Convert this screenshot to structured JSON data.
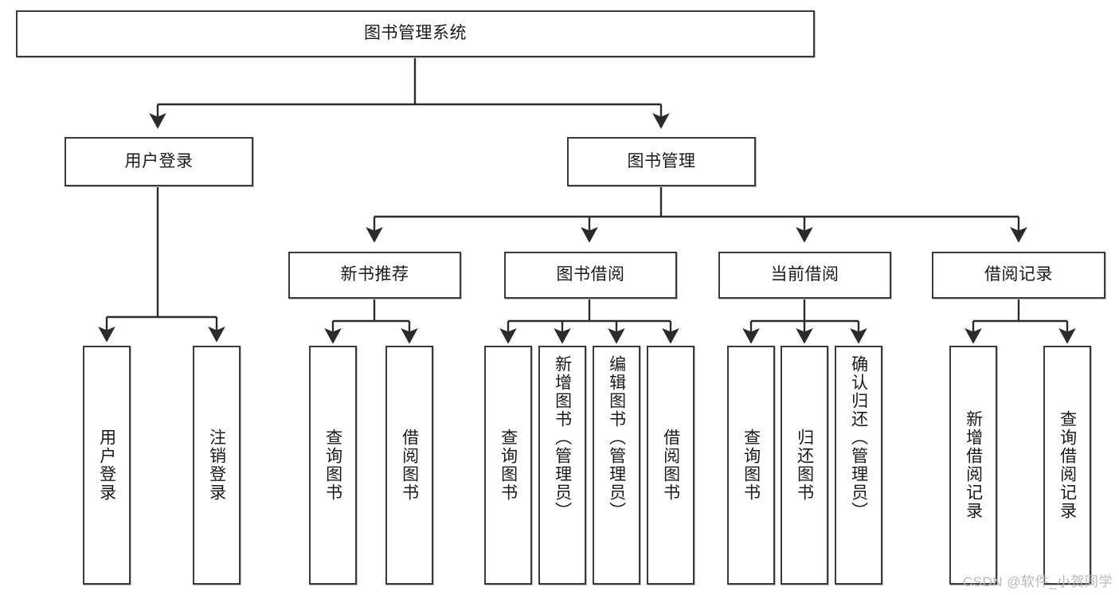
{
  "diagram": {
    "title": "图书管理系统",
    "type": "tree-hierarchy",
    "root": {
      "id": "root",
      "label": "图书管理系统"
    },
    "level2": [
      {
        "id": "user-login",
        "label": "用户登录"
      },
      {
        "id": "book-management",
        "label": "图书管理"
      }
    ],
    "level3": [
      {
        "id": "new-book-recommend",
        "label": "新书推荐",
        "parent": "book-management"
      },
      {
        "id": "book-borrow",
        "label": "图书借阅",
        "parent": "book-management"
      },
      {
        "id": "current-borrow",
        "label": "当前借阅",
        "parent": "book-management"
      },
      {
        "id": "borrow-record",
        "label": "借阅记录",
        "parent": "book-management"
      }
    ],
    "leaves": {
      "user-login": [
        {
          "id": "leaf-user-login",
          "label": "用户登录"
        },
        {
          "id": "leaf-user-logout",
          "label": "注销登录"
        }
      ],
      "new-book-recommend": [
        {
          "id": "leaf-query-book-1",
          "label": "查询图书"
        },
        {
          "id": "leaf-borrow-book-1",
          "label": "借阅图书"
        }
      ],
      "book-borrow": [
        {
          "id": "leaf-query-book-2",
          "label": "查询图书"
        },
        {
          "id": "leaf-add-book",
          "label": "新增图书（管理员）"
        },
        {
          "id": "leaf-edit-book",
          "label": "编辑图书（管理员）"
        },
        {
          "id": "leaf-borrow-book-2",
          "label": "借阅图书"
        }
      ],
      "current-borrow": [
        {
          "id": "leaf-query-book-3",
          "label": "查询图书"
        },
        {
          "id": "leaf-return-book",
          "label": "归还图书"
        },
        {
          "id": "leaf-confirm-return",
          "label": "确认归还（管理员）"
        }
      ],
      "borrow-record": [
        {
          "id": "leaf-add-record",
          "label": "新增借阅记录"
        },
        {
          "id": "leaf-query-record",
          "label": "查询借阅记录"
        }
      ]
    }
  },
  "watermark": {
    "text": "CSDN @软件_小贺同学"
  },
  "colors": {
    "border": "#3a3a3a",
    "background": "#ffffff",
    "text": "#1a1a1a",
    "connector": "#2b2b2b",
    "watermark": "#b9b9b9"
  }
}
